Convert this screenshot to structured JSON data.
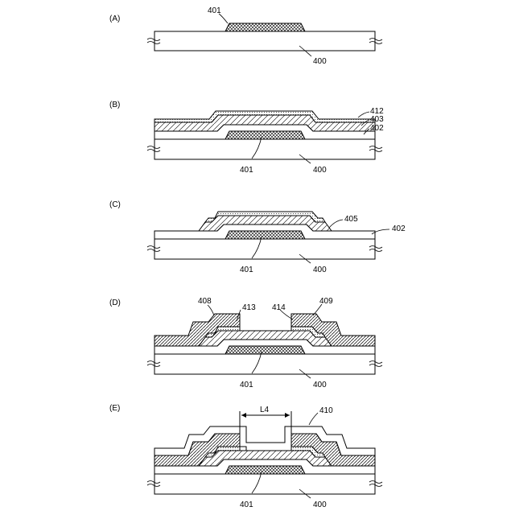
{
  "panels": {
    "A": {
      "label": "(A)",
      "refs": {
        "gate": "401",
        "substrate": "400"
      }
    },
    "B": {
      "label": "(B)",
      "refs": {
        "top_film": "412",
        "oxide": "403",
        "gate_insulator": "402",
        "gate": "401",
        "substrate": "400"
      }
    },
    "C": {
      "label": "(C)",
      "refs": {
        "island": "405",
        "gate_insulator": "402",
        "gate": "401",
        "substrate": "400"
      }
    },
    "D": {
      "label": "(D)",
      "refs": {
        "source": "408",
        "left_region": "413",
        "right_region": "414",
        "drain": "409",
        "gate": "401",
        "substrate": "400"
      }
    },
    "E": {
      "label": "(E)",
      "refs": {
        "dimension": "L4",
        "insulator": "410",
        "gate": "401",
        "substrate": "400"
      }
    }
  },
  "colors": {
    "stroke": "#000000",
    "background": "#ffffff"
  }
}
